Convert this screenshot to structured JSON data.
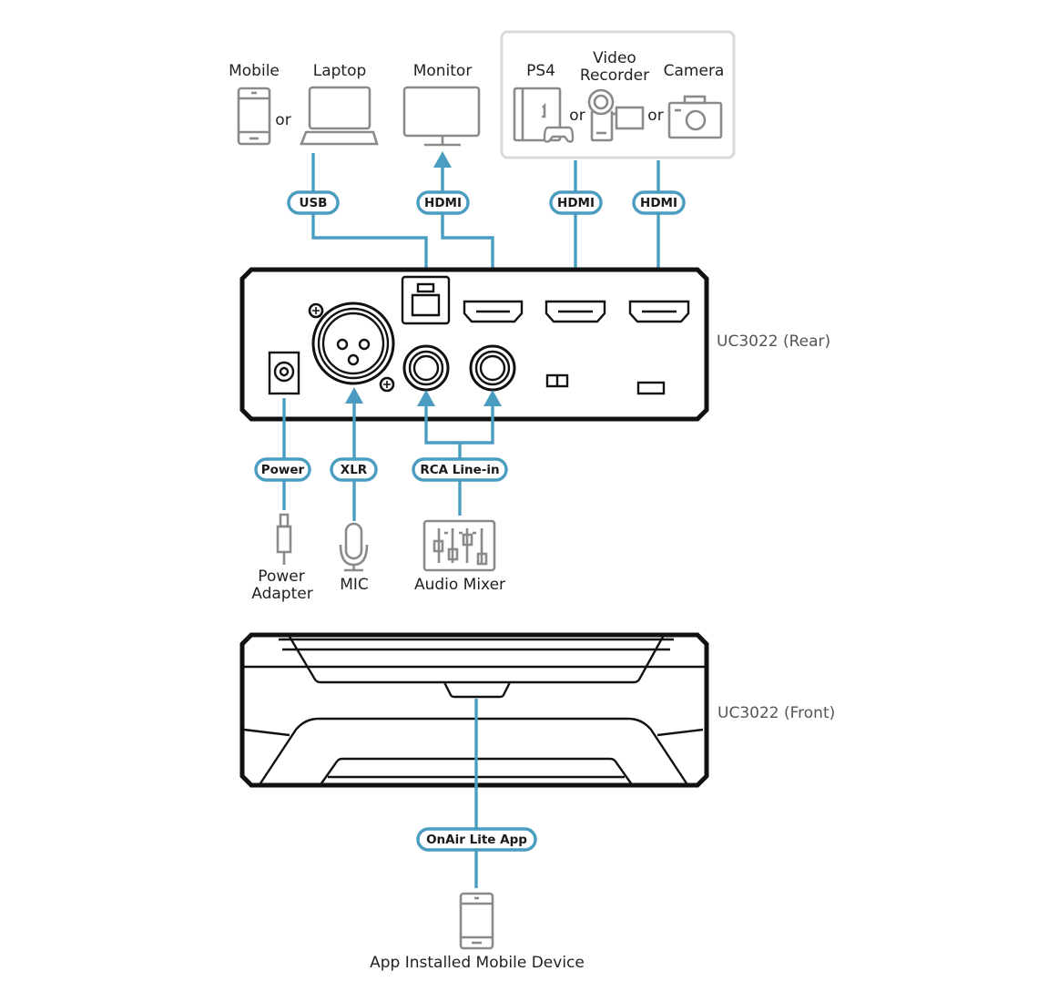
{
  "colors": {
    "accent": "#4a9cc0",
    "device_outline": "#111111",
    "icon_gray": "#8a8a8a",
    "group_box": "#d9d9d9"
  },
  "sources_top": {
    "mobile": {
      "label": "Mobile",
      "icon": "smartphone-icon"
    },
    "or_1": "or",
    "laptop": {
      "label": "Laptop",
      "icon": "laptop-icon"
    },
    "monitor": {
      "label": "Monitor",
      "icon": "monitor-icon"
    }
  },
  "input_group": {
    "ps4": {
      "label": "PS4",
      "icon": "game-console-icon"
    },
    "or_2": "or",
    "video_recorder": {
      "label_line1": "Video",
      "label_line2": "Recorder",
      "icon": "camcorder-icon"
    },
    "or_3": "or",
    "camera": {
      "label": "Camera",
      "icon": "camera-icon"
    }
  },
  "connections": {
    "usb": "USB",
    "hdmi_out": "HDMI",
    "hdmi_in_1": "HDMI",
    "hdmi_in_2": "HDMI",
    "power": "Power",
    "xlr": "XLR",
    "rca": "RCA Line-in",
    "app": "OnAir Lite App"
  },
  "devices": {
    "rear_label": "UC3022 (Rear)",
    "front_label": "UC3022 (Front)"
  },
  "bottom_peripherals": {
    "power_adapter": {
      "label_line1": "Power",
      "label_line2": "Adapter",
      "icon": "power-plug-icon"
    },
    "mic": {
      "label": "MIC",
      "icon": "microphone-icon"
    },
    "audio_mixer": {
      "label": "Audio Mixer",
      "icon": "mixer-icon"
    },
    "mobile_device": {
      "label": "App Installed Mobile Device",
      "icon": "smartphone-icon"
    }
  }
}
